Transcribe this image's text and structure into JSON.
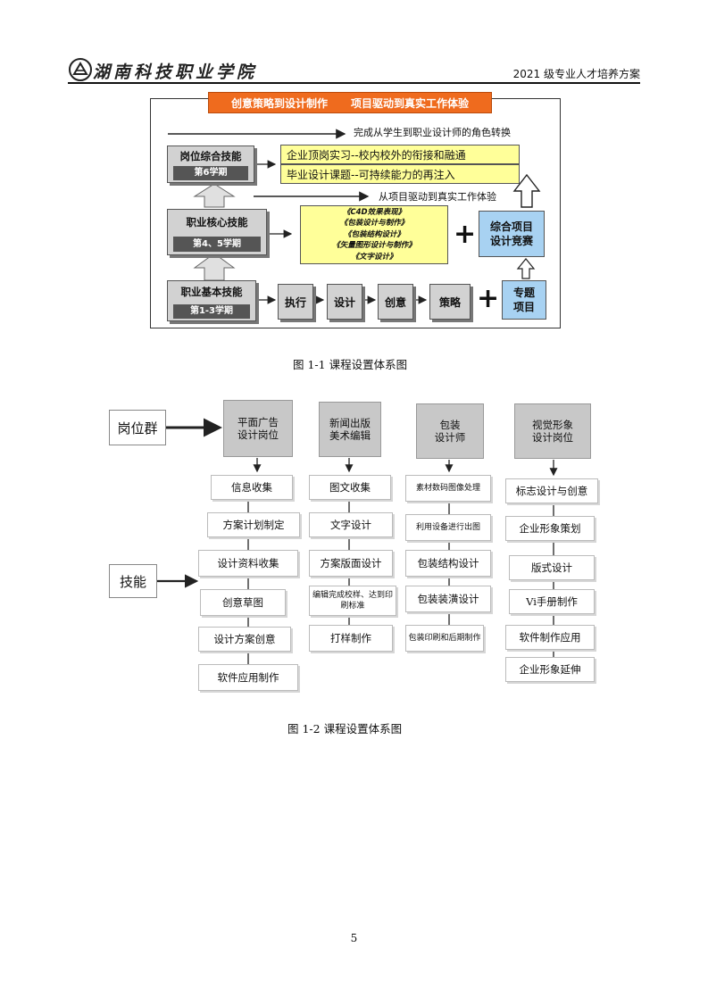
{
  "header": {
    "school_name": "湖南科技职业学院",
    "plan_title": "2021 级专业人才培养方案"
  },
  "figure1": {
    "banner_left": "创意策略到设计制作",
    "banner_right": "项目驱动到真实工作体验",
    "note_top": "完成从学生到职业设计师的角色转换",
    "note_mid": "从项目驱动到真实工作体验",
    "levels": [
      {
        "title": "岗位综合技能",
        "term": "第6学期"
      },
      {
        "title": "职业核心技能",
        "term": "第4、5学期"
      },
      {
        "title": "职业基本技能",
        "term": "第1-3学期"
      }
    ],
    "practice": [
      "企业顶岗实习--校内校外的衔接和融通",
      "毕业设计课题--可持续能力的再注入"
    ],
    "courses": [
      "《C4D效果表现》",
      "《包装设计与制作》",
      "《包装结构设计》",
      "《矢量图形设计与制作》",
      "《文字设计》"
    ],
    "competition": [
      "综合项目",
      "设计竞赛"
    ],
    "steps": [
      "执行",
      "设计",
      "创意",
      "策略"
    ],
    "special_project": [
      "专题",
      "项目"
    ],
    "plus": "+",
    "caption": "图 1-1 课程设置体系图"
  },
  "figure2": {
    "side_labels": [
      "岗位群",
      "技能"
    ],
    "columns": [
      {
        "header": [
          "平面广告",
          "设计岗位"
        ],
        "skills": [
          "信息收集",
          "方案计划制定",
          "设计资料收集",
          "创意草图",
          "设计方案创意",
          "软件应用制作"
        ]
      },
      {
        "header": [
          "新闻出版",
          "美术编辑"
        ],
        "skills": [
          "图文收集",
          "文字设计",
          "方案版面设计",
          "编辑完成校样、达到印刷标准",
          "打样制作"
        ]
      },
      {
        "header": [
          "包装",
          "设计师"
        ],
        "skills": [
          "素材数码图像处理",
          "利用设备进行出图",
          "包装结构设计",
          "包装装潢设计",
          "包装印刷和后期制作"
        ]
      },
      {
        "header": [
          "视觉形象",
          "设计岗位"
        ],
        "skills": [
          "标志设计与创意",
          "企业形象策划",
          "版式设计",
          "Vi手册制作",
          "软件制作应用",
          "企业形象延伸"
        ]
      }
    ],
    "caption": "图 1-2 课程设置体系图"
  },
  "page_number": "5",
  "colors": {
    "banner": "#ef6b1e",
    "yellow": "#ffff99",
    "blue": "#a8d2f2",
    "gray": "#d2d2d2"
  }
}
